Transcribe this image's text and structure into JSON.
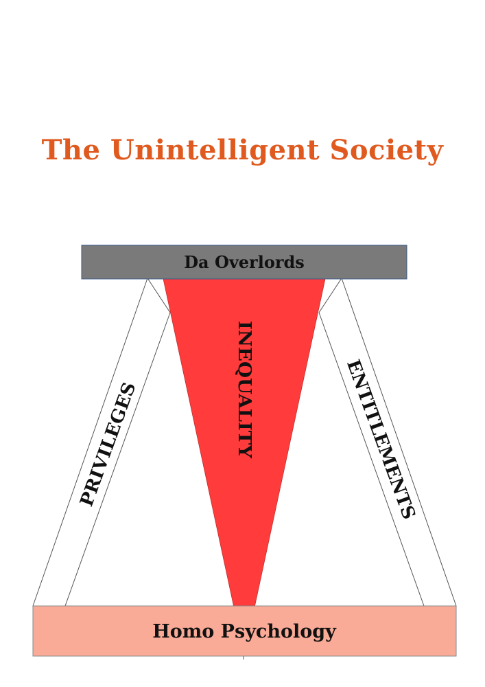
{
  "title": "The Unintelligent Society",
  "top_block": {
    "label": "Da Overlords",
    "color": "#7a7a7a"
  },
  "bottom_block": {
    "label": "Homo Psychology",
    "color": "#f9ab97"
  },
  "center_wedge": {
    "label": "INEQUALITY",
    "color": "#ff3b3b"
  },
  "left_pillar": {
    "label": "PRIVILEGES"
  },
  "right_pillar": {
    "label": "ENTITLEMENTS"
  }
}
